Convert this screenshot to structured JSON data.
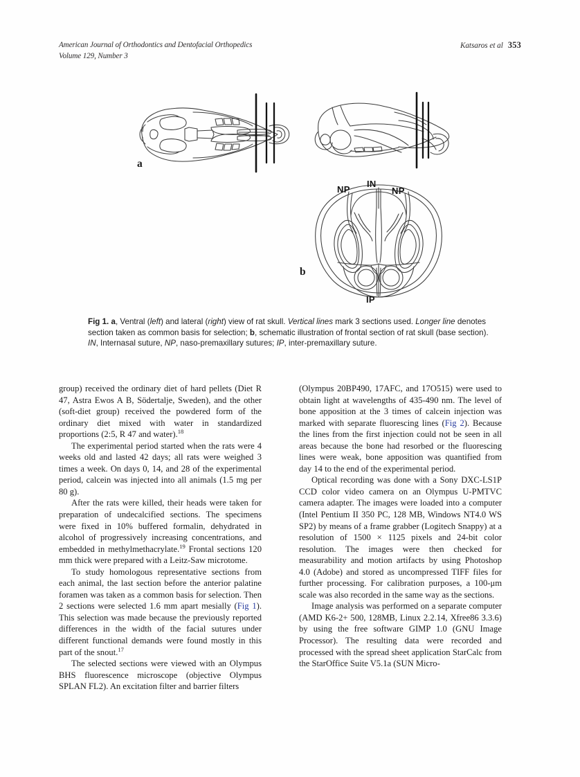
{
  "running_head": {
    "journal_line1": "American Journal of Orthodontics and Dentofacial Orthopedics",
    "journal_line2": "Volume 129, Number 3",
    "authors": "Katsaros et al",
    "page_number": "353"
  },
  "figure": {
    "panel_a_letter": "a",
    "panel_b_letter": "b",
    "labels": {
      "np_left": "NP",
      "in": "IN",
      "np_right": "NP",
      "ip": "IP"
    },
    "caption_parts": {
      "fig_number": "Fig 1.",
      "a_bold": "a",
      "t1": ", Ventral (",
      "left_italic": "left",
      "t2": ") and lateral (",
      "right_italic": "right",
      "t3": ") view of rat skull. ",
      "vertical_lines_italic": "Vertical lines",
      "t4": " mark 3 sections used. ",
      "longer_line_italic": "Longer line",
      "t5": " denotes section taken as common basis for selection; ",
      "b_bold": "b",
      "t6": ", schematic illustration of frontal section of rat skull (base section). ",
      "in_italic": "IN",
      "t7": ", Internasal suture, ",
      "np_italic": "NP",
      "t8": ", naso-premaxillary sutures; ",
      "ip_italic": "IP",
      "t9": ", inter-premaxillary suture."
    }
  },
  "body": {
    "left_column": [
      {
        "indent": false,
        "segments": [
          {
            "text": "group) received the ordinary diet of hard pellets (Diet R 47, Astra Ewos A B, Södertalje, Sweden), and the other (soft-diet group) received the powdered form of the ordinary diet mixed with water in standardized proportions (2:5, R 47 and water)."
          },
          {
            "sup": "18"
          }
        ]
      },
      {
        "indent": true,
        "segments": [
          {
            "text": "The experimental period started when the rats were 4 weeks old and lasted 42 days; all rats were weighed 3 times a week. On days 0, 14, and 28 of the experimental period, calcein was injected into all animals (1.5 mg per 80 g)."
          }
        ]
      },
      {
        "indent": true,
        "segments": [
          {
            "text": "After the rats were killed, their heads were taken for preparation of undecalcified sections. The specimens were fixed in 10% buffered formalin, dehydrated in alcohol of progressively increasing concentrations, and embedded in methylmethacrylate."
          },
          {
            "sup": "19"
          },
          {
            "text": " Frontal sections 120 mm thick were prepared with a Leitz-Saw microtome."
          }
        ]
      },
      {
        "indent": true,
        "segments": [
          {
            "text": "To study homologous representative sections from each animal, the last section before the anterior palatine foramen was taken as a common basis for selection. Then 2 sections were selected 1.6 mm apart mesially ("
          },
          {
            "link": "Fig 1"
          },
          {
            "text": "). This selection was made because the previously reported differences in the width of the facial sutures under different functional demands were found mostly in this part of the snout."
          },
          {
            "sup": "17"
          }
        ]
      },
      {
        "indent": true,
        "segments": [
          {
            "text": "The selected sections were viewed with an Olympus BHS fluorescence microscope (objective Olympus SPLAN FL2). An excitation filter and barrier filters"
          }
        ]
      }
    ],
    "right_column": [
      {
        "indent": false,
        "segments": [
          {
            "text": "(Olympus 20BP490, 17AFC, and 17O515) were used to obtain light at wavelengths of 435-490 nm. The level of bone apposition at the 3 times of calcein injection was marked with separate fluorescing lines ("
          },
          {
            "link": "Fig 2"
          },
          {
            "text": "). Because the lines from the first injection could not be seen in all areas because the bone had resorbed or the fluorescing lines were weak, bone apposition was quantified from day 14 to the end of the experimental period."
          }
        ]
      },
      {
        "indent": true,
        "segments": [
          {
            "text": "Optical recording was done with a Sony DXC-LS1P CCD color video camera on an Olympus U-PMTVC camera adapter. The images were loaded into a computer (Intel Pentium II 350 PC, 128 MB, Windows NT4.0 WS SP2) by means of a frame grabber (Logitech Snappy) at a resolution of 1500 × 1125 pixels and 24-bit color resolution. The images were then checked for measurability and motion artifacts by using Photoshop 4.0 (Adobe) and stored as uncompressed TIFF files for further processing. For calibration purposes, a 100-μm scale was also recorded in the same way as the sections."
          }
        ]
      },
      {
        "indent": true,
        "segments": [
          {
            "text": "Image analysis was performed on a separate computer (AMD K6-2+ 500, 128MB, Linux 2.2.14, Xfree86 3.3.6) by using the free software GIMP 1.0 (GNU Image Processor). The resulting data were recorded and processed with the spread sheet application StarCalc from the StarOffice Suite V5.1a (SUN Micro-"
          }
        ]
      }
    ]
  },
  "colors": {
    "page_background": "#fefefe",
    "text": "#1c1c1c",
    "link": "#2b3fa0",
    "line_art": "#3b3b3b"
  }
}
